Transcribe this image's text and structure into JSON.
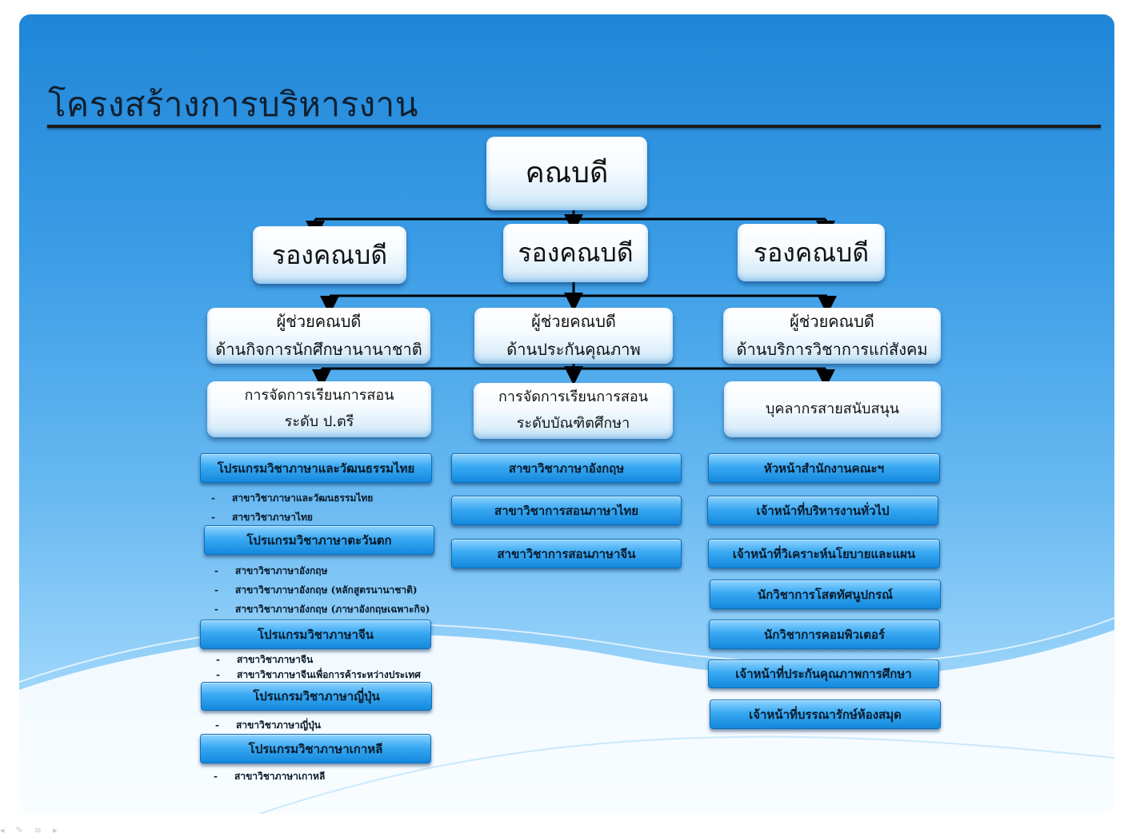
{
  "title": "โครงสร้างการบริหารงาน",
  "dean": "คณบดี",
  "vice_deans": [
    "รองคณบดี",
    "รองคณบดี",
    "รองคณบดี"
  ],
  "assistants": [
    {
      "line1": "ผู้ช่วยคณบดี",
      "line2": "ด้านกิจการนักศึกษานานาชาติ"
    },
    {
      "line1": "ผู้ช่วยคณบดี",
      "line2": "ด้านประกันคุณภาพ"
    },
    {
      "line1": "ผู้ช่วยคณบดี",
      "line2": "ด้านบริการวิชาการแก่สังคม"
    }
  ],
  "units": [
    {
      "line1": "การจัดการเรียนการสอน",
      "line2": "ระดับ ป.ตรี"
    },
    {
      "line1": "การจัดการเรียนการสอน",
      "line2": "ระดับบัณฑิตศึกษา"
    },
    {
      "line1": "บุคลากรสายสนับสนุน",
      "line2": ""
    }
  ],
  "programs": [
    {
      "name": "โปรแกรมวิชาภาษาและวัฒนธรรมไทย",
      "majors": [
        "สาขาวิชาภาษาและวัฒนธรรมไทย",
        "สาขาวิชาภาษาไทย"
      ]
    },
    {
      "name": "โปรแกรมวิชาภาษาตะวันตก",
      "majors": [
        "สาขาวิชาภาษาอังกฤษ",
        "สาขาวิชาภาษาอังกฤษ (หลักสูตรนานาชาติ)",
        "สาขาวิชาภาษาอังกฤษ (ภาษาอังกฤษเฉพาะกิจ)"
      ]
    },
    {
      "name": "โปรแกรมวิชาภาษาจีน",
      "majors": [
        "สาขาวิชาภาษาจีน",
        "สาขาวิชาภาษาจีนเพื่อการค้าระหว่างประเทศ"
      ]
    },
    {
      "name": "โปรแกรมวิชาภาษาญี่ปุ่น",
      "majors": [
        "สาขาวิชาภาษาญี่ปุ่น"
      ]
    },
    {
      "name": "โปรแกรมวิชาภาษาเกาหลี",
      "majors": [
        "สาขาวิชาภาษาเกาหลี"
      ]
    }
  ],
  "grad_programs": [
    "สาขาวิชาภาษาอังกฤษ",
    "สาขาวิชาการสอนภาษาไทย",
    "สาขาวิชาการสอนภาษาจีน"
  ],
  "staff": [
    "หัวหน้าสำนักงานคณะฯ",
    "เจ้าหน้าที่บริหารงานทั่วไป",
    "เจ้าหน้าที่วิเคราะห์นโยบายและแผน",
    "นักวิชาการโสตทัศนูปกรณ์",
    "นักวิชาการคอมพิวเตอร์",
    "เจ้าหน้าที่ประกันคุณภาพการศึกษา",
    "เจ้าหน้าที่บรรณารักษ์ห้องสมุด"
  ],
  "colors": {
    "background_top": "#1f86d8",
    "background_bottom": "#c9eafd",
    "button_blue": "#1388dd",
    "box_white": "#ffffff"
  }
}
